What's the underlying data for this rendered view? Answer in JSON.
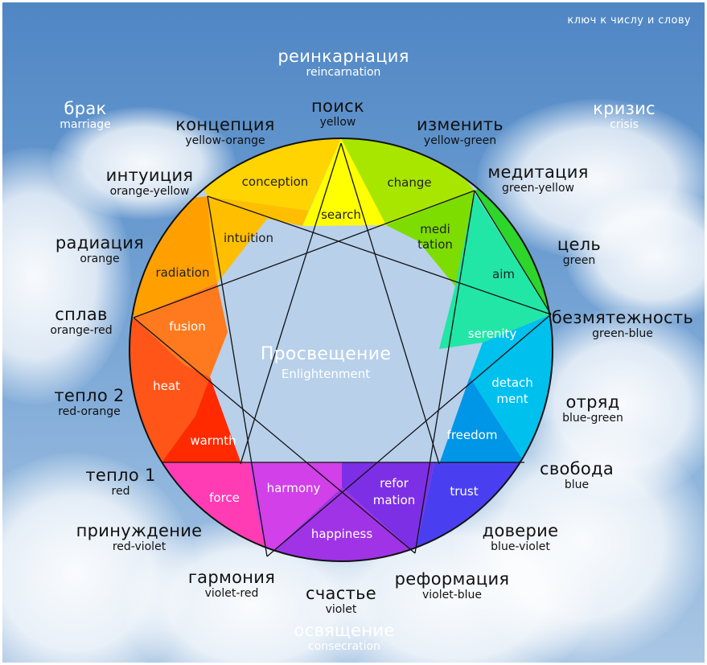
{
  "corner_text": "ключ к числу и слову",
  "center": {
    "ru": "Просвещение",
    "en": "Enlightenment"
  },
  "segments": {
    "search": "search",
    "change": "change",
    "meditation_1": "medi",
    "meditation_2": "tation",
    "aim": "aim",
    "serenity": "serenity",
    "detachment_1": "detach",
    "detachment_2": "ment",
    "freedom": "freedom",
    "trust": "trust",
    "reformation_1": "refor",
    "reformation_2": "mation",
    "happiness": "happiness",
    "harmony": "harmony",
    "force": "force",
    "warmth": "warmth",
    "heat": "heat",
    "fusion": "fusion",
    "radiation": "radiation",
    "intuition": "intuition",
    "conception": "conception"
  },
  "outer_labels": {
    "reincarnation": {
      "ru": "реинкарнация",
      "en": "reincarnation"
    },
    "marriage": {
      "ru": "брак",
      "en": "marriage"
    },
    "crisis": {
      "ru": "кризис",
      "en": "crisis"
    },
    "search": {
      "ru": "поиск",
      "en": "yellow"
    },
    "conception": {
      "ru": "концепция",
      "en": "yellow-orange"
    },
    "change": {
      "ru": "изменить",
      "en": "yellow-green"
    },
    "intuition": {
      "ru": "интуиция",
      "en": "orange-yellow"
    },
    "meditation": {
      "ru": "медитация",
      "en": "green-yellow"
    },
    "radiation": {
      "ru": "радиация",
      "en": "orange"
    },
    "aim": {
      "ru": "цель",
      "en": "green"
    },
    "fusion": {
      "ru": "сплав",
      "en": "orange-red"
    },
    "serenity": {
      "ru": "безмятежность",
      "en": "green-blue"
    },
    "heat": {
      "ru": "тепло 2",
      "en": "red-orange"
    },
    "detachment": {
      "ru": "отряд",
      "en": "blue-green"
    },
    "warmth": {
      "ru": "тепло 1",
      "en": "red"
    },
    "freedom": {
      "ru": "свобода",
      "en": "blue"
    },
    "force": {
      "ru": "принуждение",
      "en": "red-violet"
    },
    "trust": {
      "ru": "доверие",
      "en": "blue-violet"
    },
    "harmony": {
      "ru": "гармония",
      "en": "violet-red"
    },
    "happiness": {
      "ru": "счастье",
      "en": "violet"
    },
    "reformation": {
      "ru": "реформация",
      "en": "violet-blue"
    },
    "consecration": {
      "ru": "освящение",
      "en": "consecration"
    }
  },
  "colors": {
    "yellow": "#ffff00",
    "yellow_green": "#a8e600",
    "green_yellow": "#7ddc00",
    "green": "#2ed52a",
    "green_blue": "#22e6a6",
    "blue_green": "#00c0ee",
    "blue": "#0096e8",
    "blue_violet": "#4a3ff0",
    "violet_blue": "#7d2fe6",
    "violet": "#a033e6",
    "violet_red": "#d140e8",
    "red_violet": "#ff3cb4",
    "red": "#ff2a00",
    "red_orange": "#ff5518",
    "orange_red": "#ff7a1e",
    "orange": "#ffa000",
    "orange_yellow": "#ffbf00",
    "yellow_orange": "#ffd400",
    "background_sky": "#6a9bd0"
  }
}
